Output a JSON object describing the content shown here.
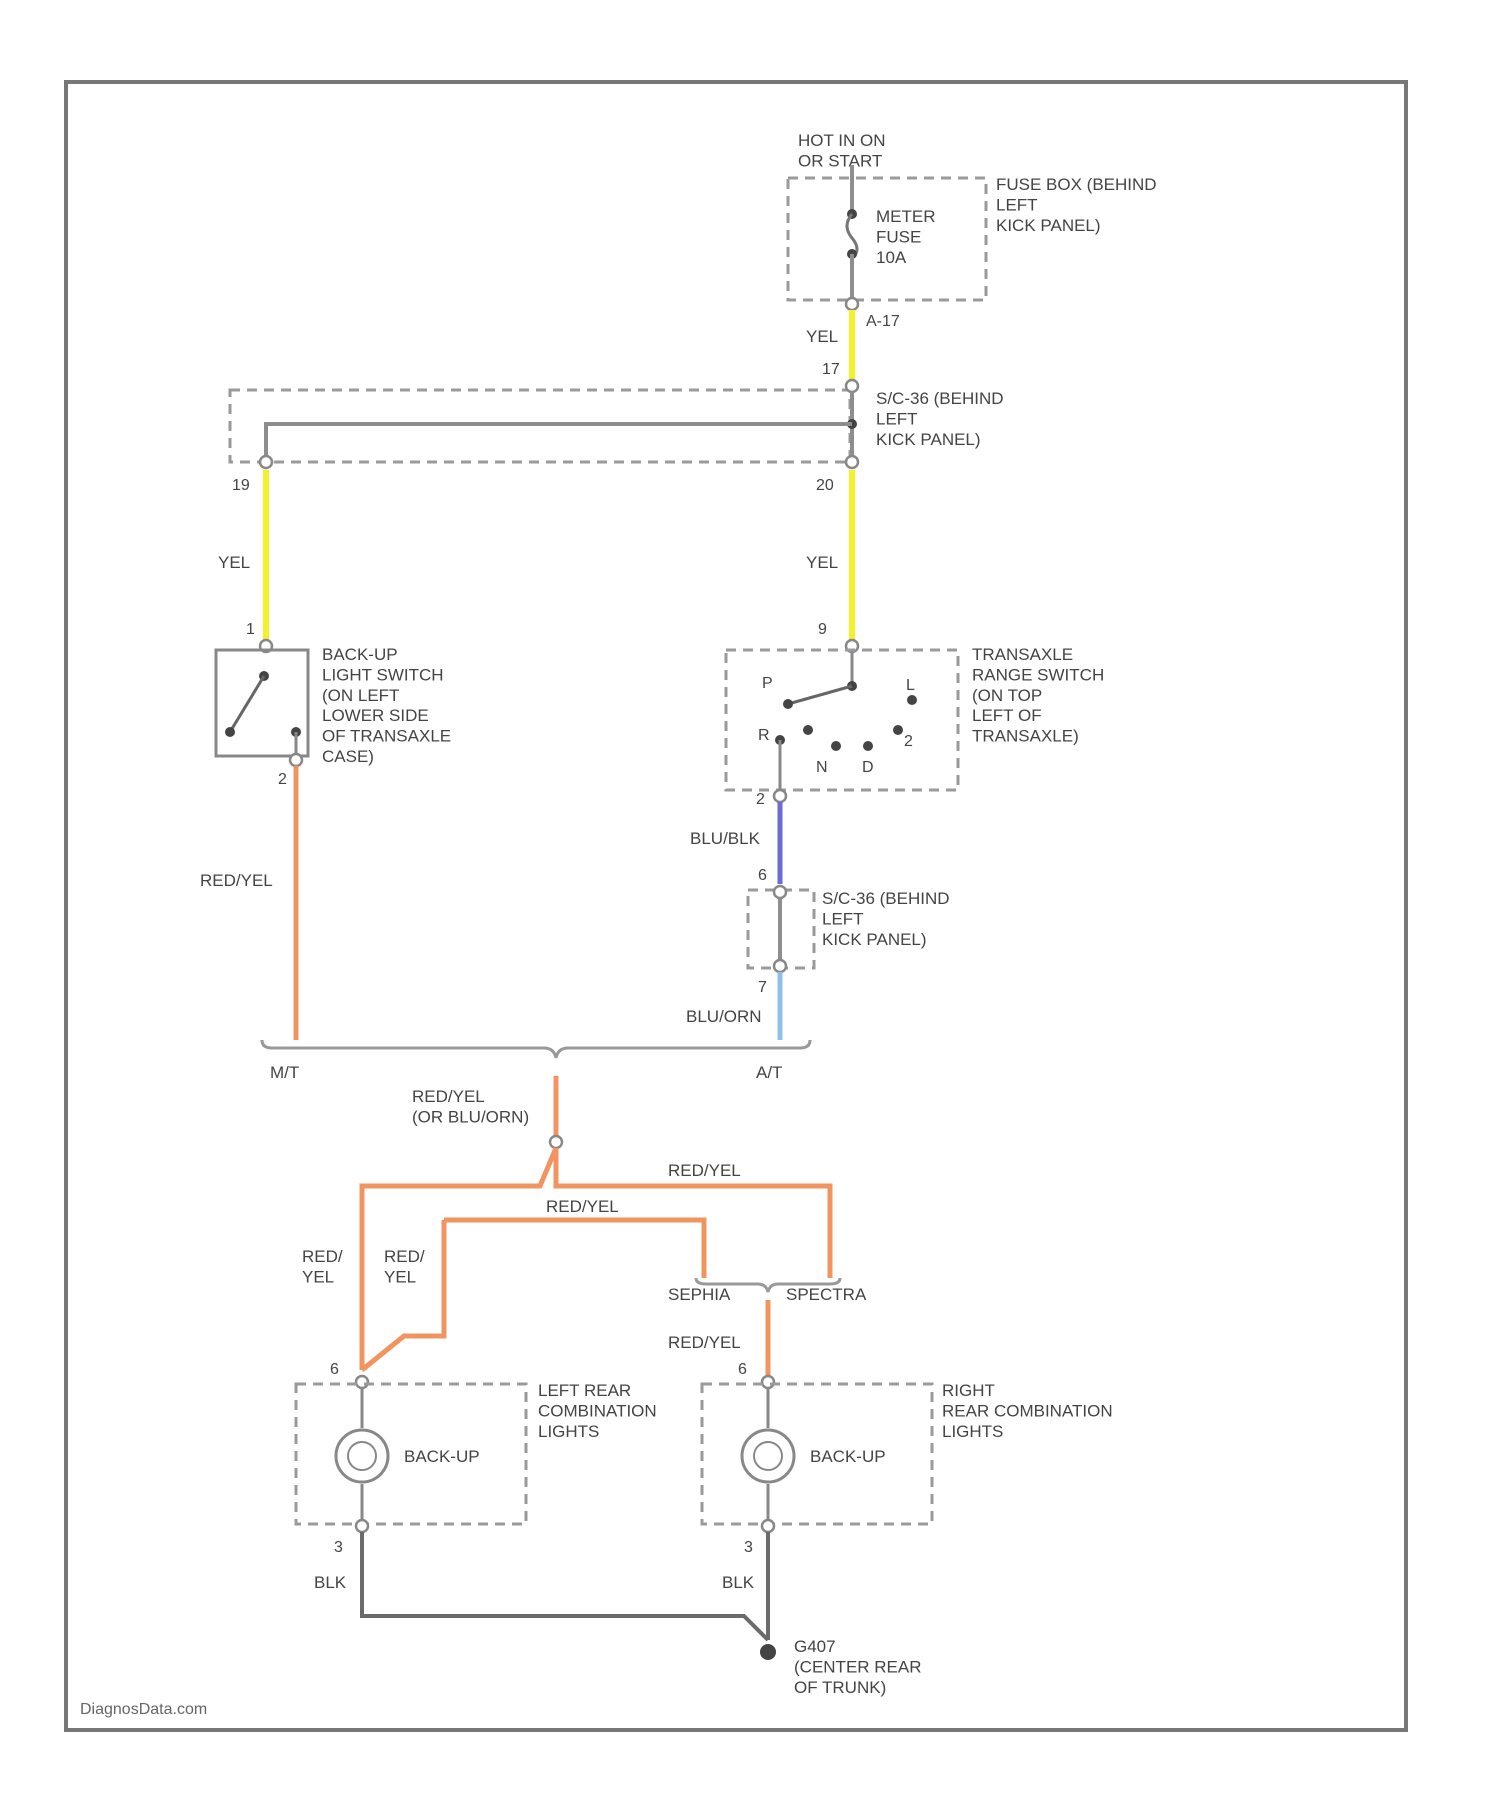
{
  "power": {
    "source": "HOT IN ON\nOR START",
    "fuse_label": "METER\nFUSE\n10A",
    "fuse_box": "FUSE BOX (BEHIND\nLEFT\nKICK PANEL)",
    "fuse_pin": "A-17"
  },
  "splice_top": {
    "label": "S/C-36 (BEHIND\nLEFT\nKICK PANEL)",
    "pin_in": "17",
    "pin_left": "19",
    "pin_right": "20"
  },
  "wires": {
    "yel_main": "YEL",
    "yel_left": "YEL",
    "yel_right": "YEL",
    "red_yel_mt": "RED/YEL",
    "blu_blk": "BLU/BLK",
    "blu_orn": "BLU/ORN",
    "red_yel_or": "RED/YEL\n(OR BLU/ORN)",
    "red_yel_top": "RED/YEL",
    "red_yel_mid": "RED/YEL",
    "red_yel_l1": "RED/\nYEL",
    "red_yel_l2": "RED/\nYEL",
    "red_yel_right": "RED/YEL",
    "blk_left": "BLK",
    "blk_right": "BLK"
  },
  "backup_switch": {
    "label": "BACK-UP\nLIGHT SWITCH\n(ON LEFT\nLOWER SIDE\nOF TRANSAXLE\nCASE)",
    "pin_top": "1",
    "pin_bottom": "2"
  },
  "range_switch": {
    "label": "TRANSAXLE\nRANGE SWITCH\n(ON TOP\nLEFT OF\nTRANSAXLE)",
    "pin_top": "9",
    "pin_bottom": "2",
    "positions": [
      "P",
      "L",
      "R",
      "N",
      "D",
      "2"
    ]
  },
  "splice_lower": {
    "label": "S/C-36 (BEHIND\nLEFT\nKICK PANEL)",
    "pin_top": "6",
    "pin_bottom": "7"
  },
  "variants": {
    "mt": "M/T",
    "at": "A/T",
    "sephia": "SEPHIA",
    "spectra": "SPECTRA"
  },
  "left_lights": {
    "label": "LEFT REAR\nCOMBINATION\nLIGHTS",
    "lamp": "BACK-UP",
    "pin_top": "6",
    "pin_bottom": "3"
  },
  "right_lights": {
    "label": "RIGHT\nREAR COMBINATION\nLIGHTS",
    "lamp": "BACK-UP",
    "pin_top": "6",
    "pin_bottom": "3"
  },
  "ground": {
    "label": "G407\n(CENTER REAR\nOF TRUNK)"
  },
  "watermark": "DiagnosData.com"
}
